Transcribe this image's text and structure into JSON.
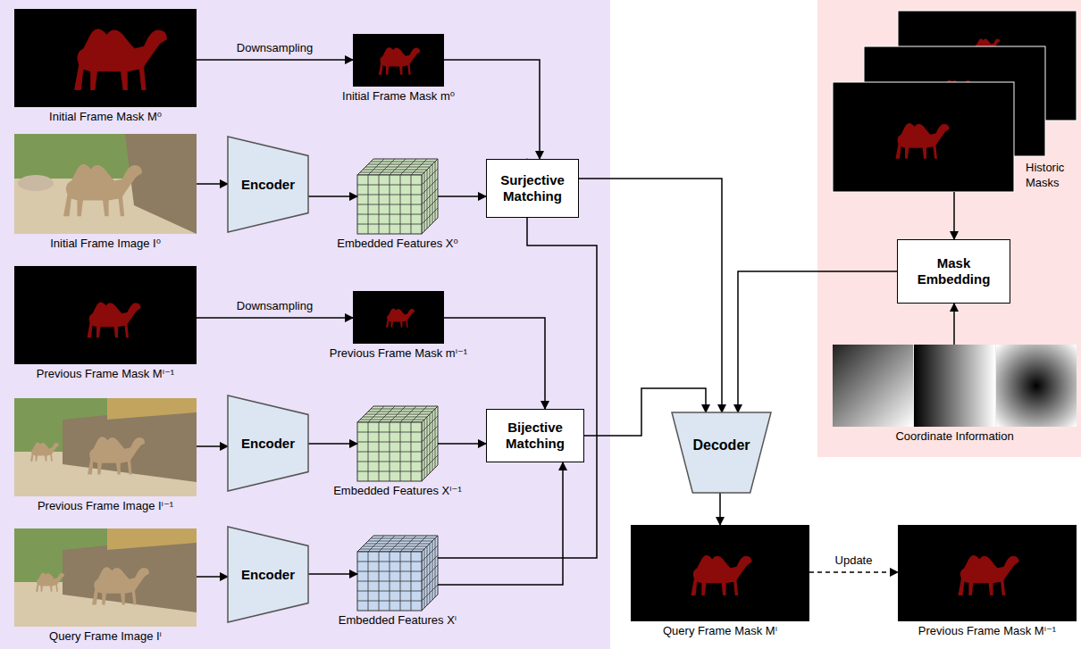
{
  "diagram": {
    "nodes": [
      {
        "text": [
          "Initial Frame Mask M⁰"
        ]
      },
      {
        "text": [
          "Initial Frame Mask m⁰"
        ]
      },
      {
        "text": [
          "Initial Frame Image I⁰"
        ]
      },
      {
        "text": [
          "Encoder"
        ]
      },
      {
        "text": [
          "Embedded Features X⁰"
        ]
      },
      {
        "text": [
          "Surjective Matching"
        ]
      },
      {
        "text": [
          "Historic Masks"
        ]
      },
      {
        "text": [
          "Mask Embedding"
        ]
      },
      {
        "text": [
          "Coordinate Information"
        ]
      },
      {
        "text": [
          "Previous Frame Mask Mⁱ⁻¹"
        ]
      },
      {
        "text": [
          "Previous Frame Mask mⁱ⁻¹"
        ]
      },
      {
        "text": [
          "Previous Frame Image Iⁱ⁻¹"
        ]
      },
      {
        "text": [
          "Encoder"
        ]
      },
      {
        "text": [
          "Embedded Features Xⁱ⁻¹"
        ]
      },
      {
        "text": [
          "Bijective Matching"
        ]
      },
      {
        "text": [
          "Decoder"
        ]
      },
      {
        "text": [
          "Query Frame Image Iⁱ"
        ]
      },
      {
        "text": [
          "Encoder"
        ]
      },
      {
        "text": [
          "Embedded Features Xⁱ"
        ]
      },
      {
        "text": [
          "Query Frame Mask Mⁱ"
        ]
      },
      {
        "text": [
          "Previous Frame Mask Mⁱ⁻¹"
        ]
      }
    ],
    "edges": [
      {
        "from": 0,
        "to": 1,
        "label": "Downsampling",
        "arrow": "to"
      },
      {
        "from": 1,
        "to": 5,
        "arrow": "to"
      },
      {
        "from": 2,
        "to": 3,
        "arrow": "to"
      },
      {
        "from": 3,
        "to": 4,
        "arrow": "to"
      },
      {
        "from": 4,
        "to": 5,
        "arrow": "to"
      },
      {
        "from": 5,
        "to": 15,
        "arrow": "to"
      },
      {
        "from": 6,
        "to": 7,
        "arrow": "to"
      },
      {
        "from": 8,
        "to": 7,
        "arrow": "to"
      },
      {
        "from": 7,
        "to": 15,
        "arrow": "to"
      },
      {
        "from": 9,
        "to": 10,
        "label": "Downsampling",
        "arrow": "to"
      },
      {
        "from": 10,
        "to": 14,
        "arrow": "to"
      },
      {
        "from": 11,
        "to": 12,
        "arrow": "to"
      },
      {
        "from": 12,
        "to": 13,
        "arrow": "to"
      },
      {
        "from": 13,
        "to": 14,
        "arrow": "to"
      },
      {
        "from": 14,
        "to": 15,
        "arrow": "to"
      },
      {
        "from": 16,
        "to": 17,
        "arrow": "to"
      },
      {
        "from": 17,
        "to": 18,
        "arrow": "to"
      },
      {
        "from": 18,
        "to": 5,
        "arrow": "to"
      },
      {
        "from": 18,
        "to": 14,
        "arrow": "to"
      },
      {
        "from": 15,
        "to": 19,
        "arrow": "to"
      },
      {
        "from": 19,
        "to": 20,
        "label": "Update",
        "arrow": "to"
      }
    ]
  }
}
